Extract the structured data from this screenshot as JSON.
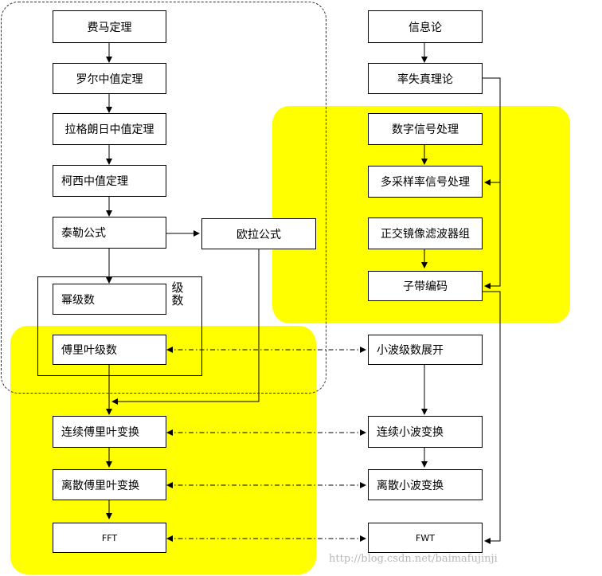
{
  "left_column": {
    "fermat": "费马定理",
    "rolle": "罗尔中值定理",
    "lagrange": "拉格朗日中值定理",
    "cauchy": "柯西中值定理",
    "taylor": "泰勒公式",
    "euler": "欧拉公式",
    "power_series": "幂级数",
    "series_label": "级数",
    "fourier_series": "傅里叶级数",
    "continuous_ft": "连续傅里叶变换",
    "discrete_ft": "离散傅里叶变换",
    "fft": "FFT"
  },
  "right_column": {
    "information_theory": "信息论",
    "rate_distortion": "率失真理论",
    "dsp": "数字信号处理",
    "multirate": "多采样率信号处理",
    "qmf_bank": "正交镜像滤波器组",
    "subband": "子带编码",
    "wavelet_series": "小波级数展开",
    "continuous_wt": "连续小波变换",
    "discrete_wt": "离散小波变换",
    "fwt": "FWT"
  },
  "watermark": "http://blog.csdn.net/baimafujinji",
  "colors": {
    "highlight": "#ffff00",
    "line": "#000000"
  }
}
